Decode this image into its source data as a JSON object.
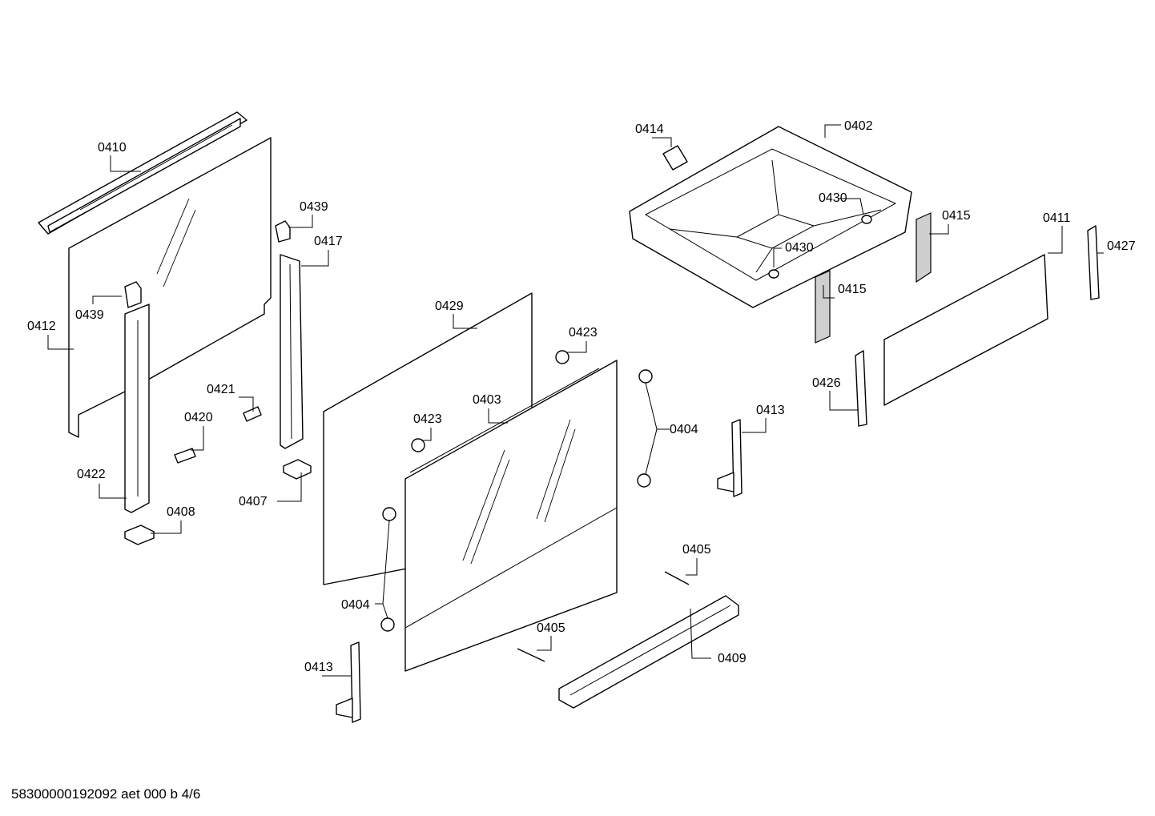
{
  "labels": {
    "p0410": "0410",
    "p0412": "0412",
    "p0439a": "0439",
    "p0439b": "0439",
    "p0417": "0417",
    "p0422": "0422",
    "p0421": "0421",
    "p0420": "0420",
    "p0408": "0408",
    "p0407": "0407",
    "p0429": "0429",
    "p0423a": "0423",
    "p0423b": "0423",
    "p0403": "0403",
    "p0404a": "0404",
    "p0404b": "0404",
    "p0413a": "0413",
    "p0413b": "0413",
    "p0405a": "0405",
    "p0405b": "0405",
    "p0409": "0409",
    "p0414": "0414",
    "p0402": "0402",
    "p0430a": "0430",
    "p0430b": "0430",
    "p0415a": "0415",
    "p0415b": "0415",
    "p0411": "0411",
    "p0427": "0427",
    "p0426": "0426"
  },
  "footer": {
    "code": "58300000192092 aet 000 b 4/6"
  }
}
